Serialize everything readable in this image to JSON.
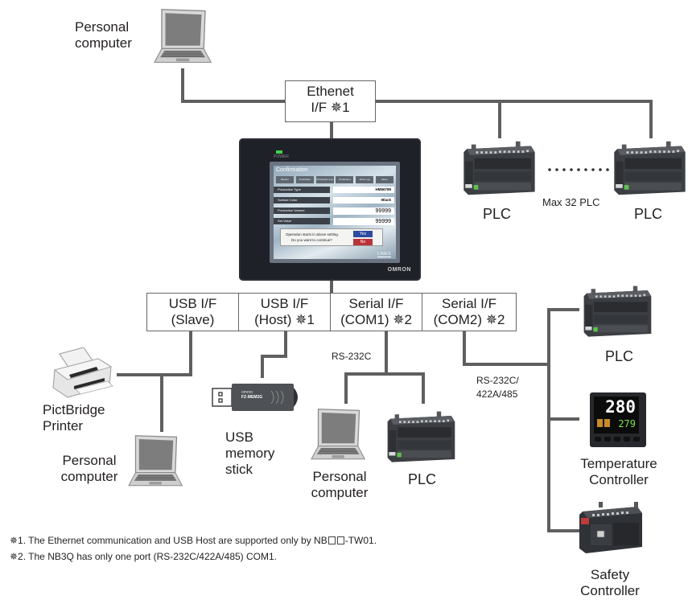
{
  "ethernet_interface": {
    "line1": "Ethenet",
    "line2": "I/F ✵1"
  },
  "hmi": {
    "power_label": "POWER",
    "brand": "OMRON",
    "screen": {
      "title": "Confirmation",
      "tabs": [
        "Monitor",
        "Production Status",
        "Production Log",
        "Production Setting",
        "Error Log",
        "Menu"
      ],
      "rows": [
        {
          "label": "Production Type",
          "value": "HM56789"
        },
        {
          "label": "Surface Color",
          "value": "Black"
        },
        {
          "label": "Production Volume",
          "value": "99999"
        },
        {
          "label": "Set Value",
          "value": "99999"
        }
      ],
      "dialog_line1": "Operation starts in above setting.",
      "dialog_line2": "Do you want to continue?",
      "yes_label": "Yes",
      "no_label": "No",
      "footer": "LINES"
    }
  },
  "top_devices": {
    "pc": {
      "line1": "Personal",
      "line2": "computer"
    },
    "plc1": "PLC",
    "plc2": "PLC",
    "max_label": "Max 32 PLC"
  },
  "interfaces": [
    {
      "line1": "USB I/F",
      "line2": "(Slave)"
    },
    {
      "line1": "USB I/F",
      "line2": "(Host) ✵1"
    },
    {
      "line1": "Serial I/F",
      "line2": "(COM1) ✵2"
    },
    {
      "line1": "Serial I/F",
      "line2": "(COM2) ✵2"
    }
  ],
  "usb_slave": {
    "printer": {
      "line1": "PictBridge",
      "line2": "Printer"
    },
    "pc": {
      "line1": "Personal",
      "line2": "computer"
    }
  },
  "usb_host": {
    "stick_brand": "omron",
    "stick_model": "FZ-MEM2G",
    "label": {
      "line1": "USB",
      "line2": "memory",
      "line3": "stick"
    }
  },
  "com1": {
    "protocol": "RS-232C",
    "pc": {
      "line1": "Personal",
      "line2": "computer"
    },
    "plc": "PLC"
  },
  "com2": {
    "protocol_line1": "RS-232C/",
    "protocol_line2": "422A/485",
    "plc": "PLC",
    "temp_controller": {
      "line1": "Temperature",
      "line2": "Controller",
      "pv": "280",
      "sv": "279"
    },
    "safety_controller": {
      "line1": "Safety",
      "line2": "Controller"
    }
  },
  "footnotes": [
    {
      "mark": "✵1.",
      "text_before": " The Ethernet communication and USB Host are supported only by NB",
      "text_after": "-TW01."
    },
    {
      "mark": "✵2.",
      "text": " The NB3Q has only one port (RS-232C/422A/485) COM1."
    }
  ],
  "colors": {
    "wire": "#5f5f5f",
    "box_border": "#666666",
    "hmi_bezel": "#1f2128"
  }
}
